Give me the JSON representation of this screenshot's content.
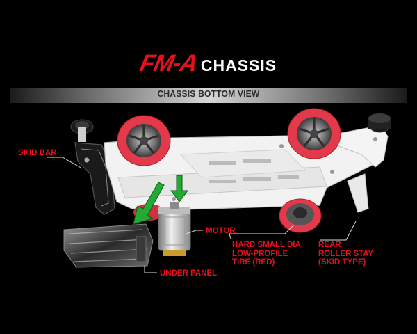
{
  "title": {
    "model": "FM-A",
    "word": "CHASSIS"
  },
  "banner": {
    "text": "CHASSIS BOTTOM VIEW"
  },
  "labels": {
    "skid_bar": "SKID BAR",
    "motor": "MOTOR",
    "tire": [
      "HARD SMALL DIA.",
      "LOW-PROFILE",
      "TIRE (RED)"
    ],
    "rear_roller_stay": [
      "REAR",
      "ROLLER STAY",
      "(SKID TYPE)"
    ],
    "under_panel": "UNDER PANEL"
  },
  "colors": {
    "background": "#000000",
    "accent_red": "#e8101a",
    "chassis_white": "#f4f4f4",
    "tire_red": "#e23a4a",
    "arrow_green": "#22aa33"
  },
  "icons": {
    "arrow": "green-arrow-icon"
  }
}
